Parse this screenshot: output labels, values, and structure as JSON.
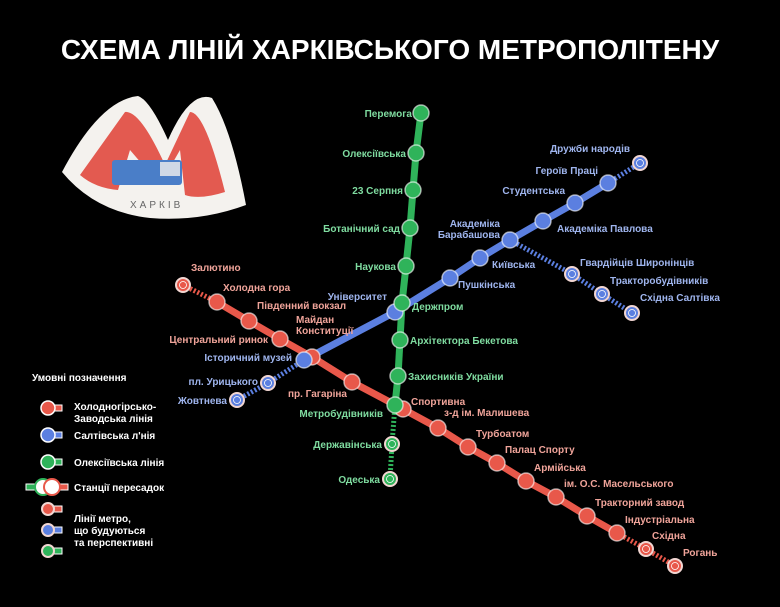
{
  "title": "СХЕМА ЛІНІЙ ХАРКІВСЬКОГО МЕТРОПОЛІТЕНУ",
  "logo": {
    "city": "ХАРКІВ"
  },
  "colors": {
    "red": "#e8584a",
    "blue": "#5b7fe0",
    "green": "#2fb35a",
    "red_text": "#f0a49a",
    "blue_text": "#9fb5ee",
    "green_text": "#7fdca0"
  },
  "legend": {
    "title": "Умовні позначення",
    "items": [
      {
        "label": "Холодногірсько-Заводська лінія",
        "label_line1": "Холодногірсько-",
        "label_line2": "Заводська лінія"
      },
      {
        "label": "Салтівська л'нія"
      },
      {
        "label": "Олексіївська лінія"
      },
      {
        "label": "Станції пересадок"
      },
      {
        "label_line1": "Лінії метро,",
        "label_line2": "що будуються",
        "label_line3": "та перспективні"
      }
    ]
  },
  "lines": {
    "red": {
      "stations": [
        {
          "name": "Залютино",
          "planned": true
        },
        {
          "name": "Холодна гора"
        },
        {
          "name": "Південний вокзал"
        },
        {
          "name": "Центральний ринок"
        },
        {
          "name": "Майдан Конституції"
        },
        {
          "name": "пр. Гагаріна"
        },
        {
          "name": "Спортивна"
        },
        {
          "name": "з-д ім. Малишева"
        },
        {
          "name": "Турбоатом"
        },
        {
          "name": "Палац Спорту"
        },
        {
          "name": "Армійська"
        },
        {
          "name": "ім. О.С. Масельського"
        },
        {
          "name": "Тракторний завод"
        },
        {
          "name": "Індустріальна"
        },
        {
          "name": "Східна",
          "planned": true
        },
        {
          "name": "Рогань",
          "planned": true
        }
      ]
    },
    "blue": {
      "stations": [
        {
          "name": "Жовтнева",
          "planned": true
        },
        {
          "name": "пл. Урицького",
          "planned": true
        },
        {
          "name": "Історичний музей"
        },
        {
          "name": "Університет"
        },
        {
          "name": "Пушкінська"
        },
        {
          "name": "Київська"
        },
        {
          "name": "Академіка Барабашова"
        },
        {
          "name": "Академіка Павлова"
        },
        {
          "name": "Студентська"
        },
        {
          "name": "Героїв Праці"
        },
        {
          "name": "Дружби народів",
          "planned": true
        }
      ]
    },
    "blue_branch": {
      "stations": [
        {
          "name": "Гвардійців Широнінців",
          "planned": true
        },
        {
          "name": "Тракторобудівників",
          "planned": true
        },
        {
          "name": "Східна Салтівка",
          "planned": true
        }
      ]
    },
    "green": {
      "stations": [
        {
          "name": "Перемога"
        },
        {
          "name": "Олексіївська"
        },
        {
          "name": "23 Серпня"
        },
        {
          "name": "Ботанічний сад"
        },
        {
          "name": "Наукова"
        },
        {
          "name": "Держпром"
        },
        {
          "name": "Архітектора Бекетова"
        },
        {
          "name": "Захисників України"
        },
        {
          "name": "Метробудівників"
        },
        {
          "name": "Державінська",
          "planned": true
        },
        {
          "name": "Одеська",
          "planned": true
        }
      ]
    }
  }
}
